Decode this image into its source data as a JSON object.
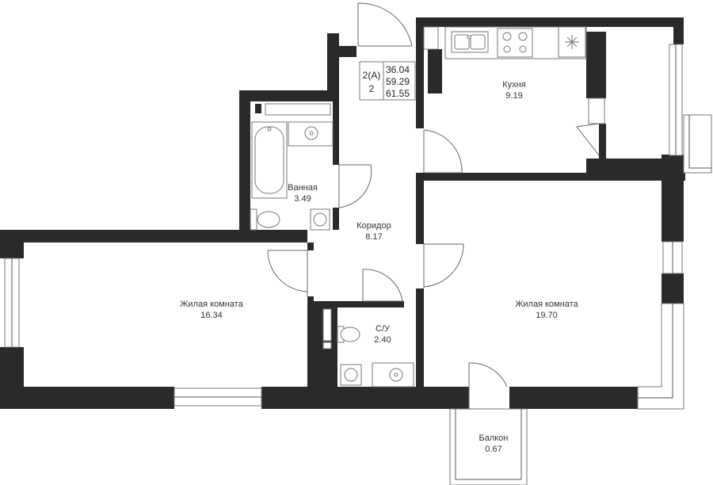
{
  "apartment": {
    "code": "2(А)",
    "rooms_count": "2",
    "areas": [
      "36.04",
      "59.29",
      "61.55"
    ]
  },
  "rooms": {
    "kitchen": {
      "name": "Кухня",
      "area": "9.19"
    },
    "bathroom": {
      "name": "Ванная",
      "area": "3.49"
    },
    "corridor": {
      "name": "Коридор",
      "area": "8.17"
    },
    "living_left": {
      "name": "Жилая комната",
      "area": "16.34"
    },
    "wc": {
      "name": "С/У",
      "area": "2.40"
    },
    "living_right": {
      "name": "Жилая комната",
      "area": "19.70"
    },
    "balcony": {
      "name": "Балкон",
      "area": "0.67"
    }
  },
  "colors": {
    "wall": "#2a2a2a",
    "line": "#777777",
    "background": "#ffffff"
  }
}
